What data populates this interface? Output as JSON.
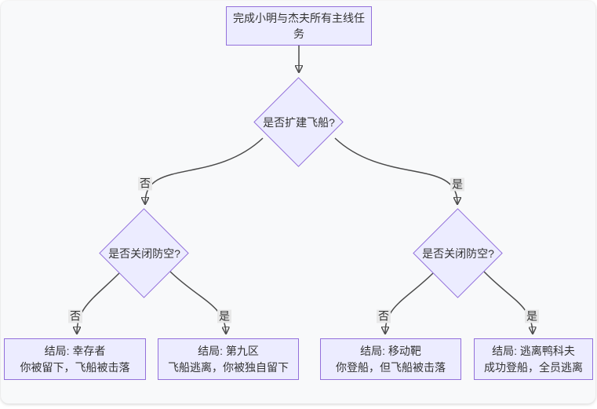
{
  "diagram": {
    "root": {
      "label": "完成小明与杰夫所有主线任务"
    },
    "decisions": [
      {
        "id": "d1",
        "label": "是否扩建飞船?"
      },
      {
        "id": "d2",
        "label": "是否关闭防空?"
      },
      {
        "id": "d3",
        "label": "是否关闭防空?"
      }
    ],
    "edges": [
      {
        "from": "扩建飞船",
        "to": "左-关闭防空",
        "label": "否"
      },
      {
        "from": "扩建飞船",
        "to": "右-关闭防空",
        "label": "是"
      },
      {
        "from": "左-关闭防空",
        "to": "结局-幸存者",
        "label": "否"
      },
      {
        "from": "左-关闭防空",
        "to": "结局-第九区",
        "label": "是"
      },
      {
        "from": "右-关闭防空",
        "to": "结局-移动靶",
        "label": "否"
      },
      {
        "from": "右-关闭防空",
        "to": "结局-逃离鸭科夫",
        "label": "是"
      }
    ],
    "endings": [
      {
        "title": "结局: 幸存者",
        "desc": "你被留下，飞船被击落"
      },
      {
        "title": "结局: 第九区",
        "desc": "飞船逃离，你被独自留下"
      },
      {
        "title": "结局: 移动靶",
        "desc": "你登船，但飞船被击落"
      },
      {
        "title": "结局: 逃离鸭科夫",
        "desc": "成功登船，全员逃离"
      }
    ],
    "colors": {
      "node_fill": "#ECECFF",
      "node_border": "#9370DB",
      "edge_line": "#4a4a4a",
      "edge_label_bg": "#e8e8e8",
      "canvas_bg": "#f8f9fa",
      "text": "#333333"
    }
  }
}
